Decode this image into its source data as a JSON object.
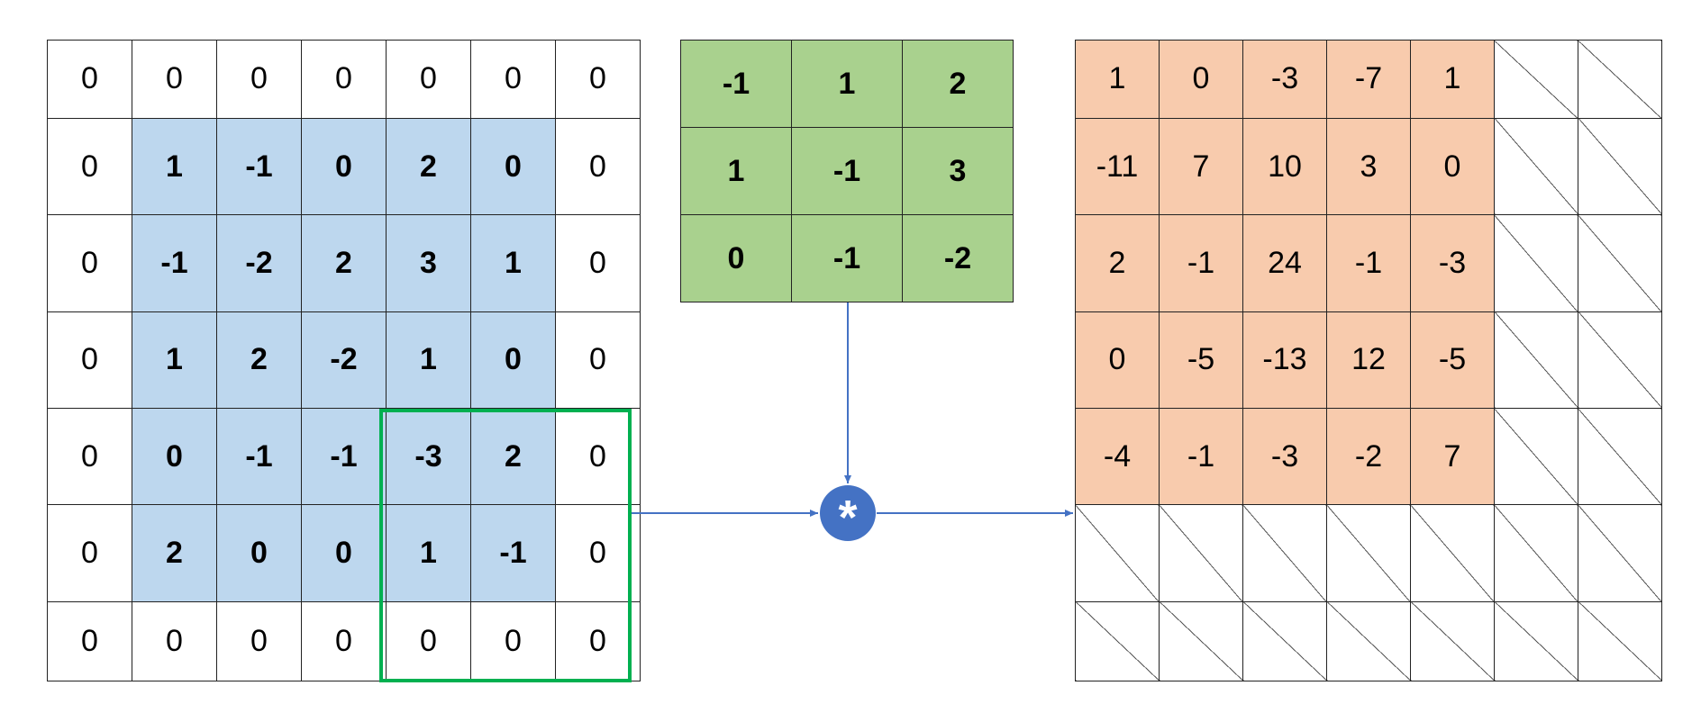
{
  "input_matrix": [
    [
      "0",
      "0",
      "0",
      "0",
      "0",
      "0",
      "0"
    ],
    [
      "0",
      "1",
      "-1",
      "0",
      "2",
      "0",
      "0"
    ],
    [
      "0",
      "-1",
      "-2",
      "2",
      "3",
      "1",
      "0"
    ],
    [
      "0",
      "1",
      "2",
      "-2",
      "1",
      "0",
      "0"
    ],
    [
      "0",
      "0",
      "-1",
      "-1",
      "-3",
      "2",
      "0"
    ],
    [
      "0",
      "2",
      "0",
      "0",
      "1",
      "-1",
      "0"
    ],
    [
      "0",
      "0",
      "0",
      "0",
      "0",
      "0",
      "0"
    ]
  ],
  "kernel": [
    [
      "-1",
      "1",
      "2"
    ],
    [
      "1",
      "-1",
      "3"
    ],
    [
      "0",
      "-1",
      "-2"
    ]
  ],
  "output_matrix": [
    [
      "1",
      "0",
      "-3",
      "-7",
      "1",
      "",
      ""
    ],
    [
      "-11",
      "7",
      "10",
      "3",
      "0",
      "",
      ""
    ],
    [
      "2",
      "-1",
      "24",
      "-1",
      "-3",
      "",
      ""
    ],
    [
      "0",
      "-5",
      "-13",
      "12",
      "-5",
      "",
      ""
    ],
    [
      "-4",
      "-1",
      "-3",
      "-2",
      "7",
      "",
      ""
    ],
    [
      "",
      "",
      "",
      "",
      "",
      "",
      ""
    ],
    [
      "",
      "",
      "",
      "",
      "",
      "",
      ""
    ]
  ],
  "operator_symbol": "*",
  "colors": {
    "input_inner": "#bdd7ee",
    "kernel": "#a9d18e",
    "output_filled": "#f8cbad",
    "window_outline": "#00b050",
    "arrow": "#4472c4",
    "operator": "#4472c4"
  }
}
